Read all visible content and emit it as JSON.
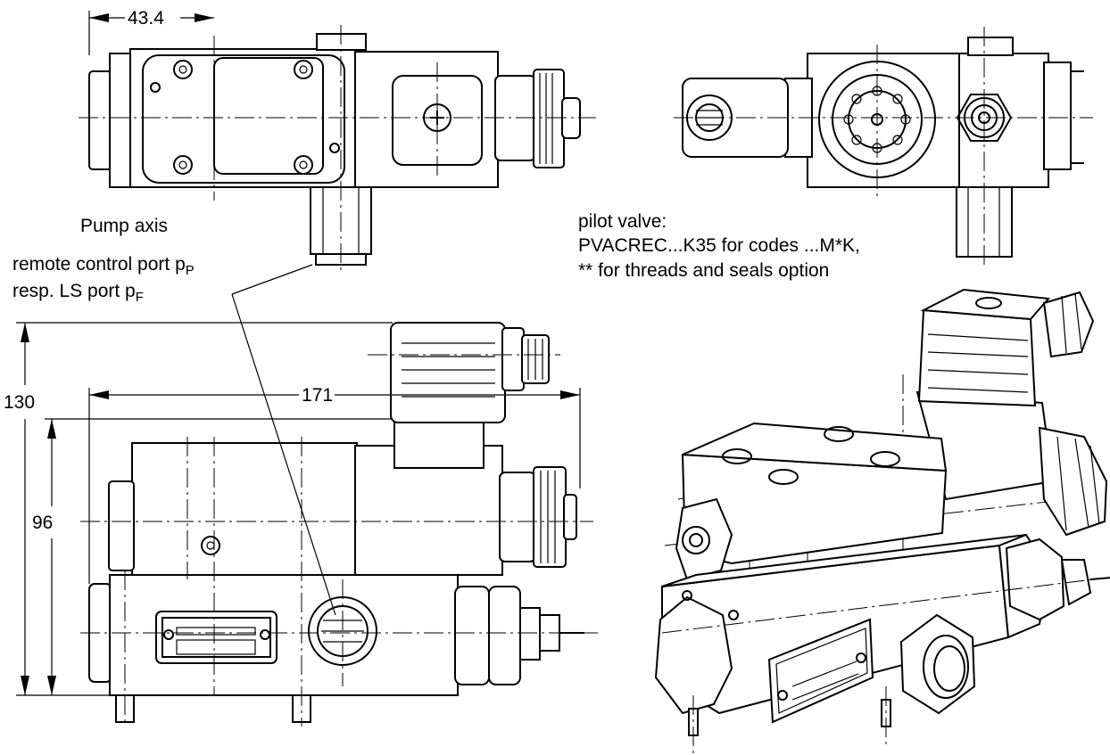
{
  "dimensions": {
    "offset": "43.4",
    "height_total": "130",
    "length": "171",
    "height_body": "96"
  },
  "labels": {
    "pump_axis": "Pump axis",
    "remote_port": {
      "text": "remote control port p",
      "sub": "P"
    },
    "ls_port": {
      "text": "resp. LS port p",
      "sub": "F"
    },
    "pilot_valve": [
      "pilot valve:",
      "PVACREC...K35 for codes ...M*K,",
      "** for threads and seals option"
    ]
  }
}
